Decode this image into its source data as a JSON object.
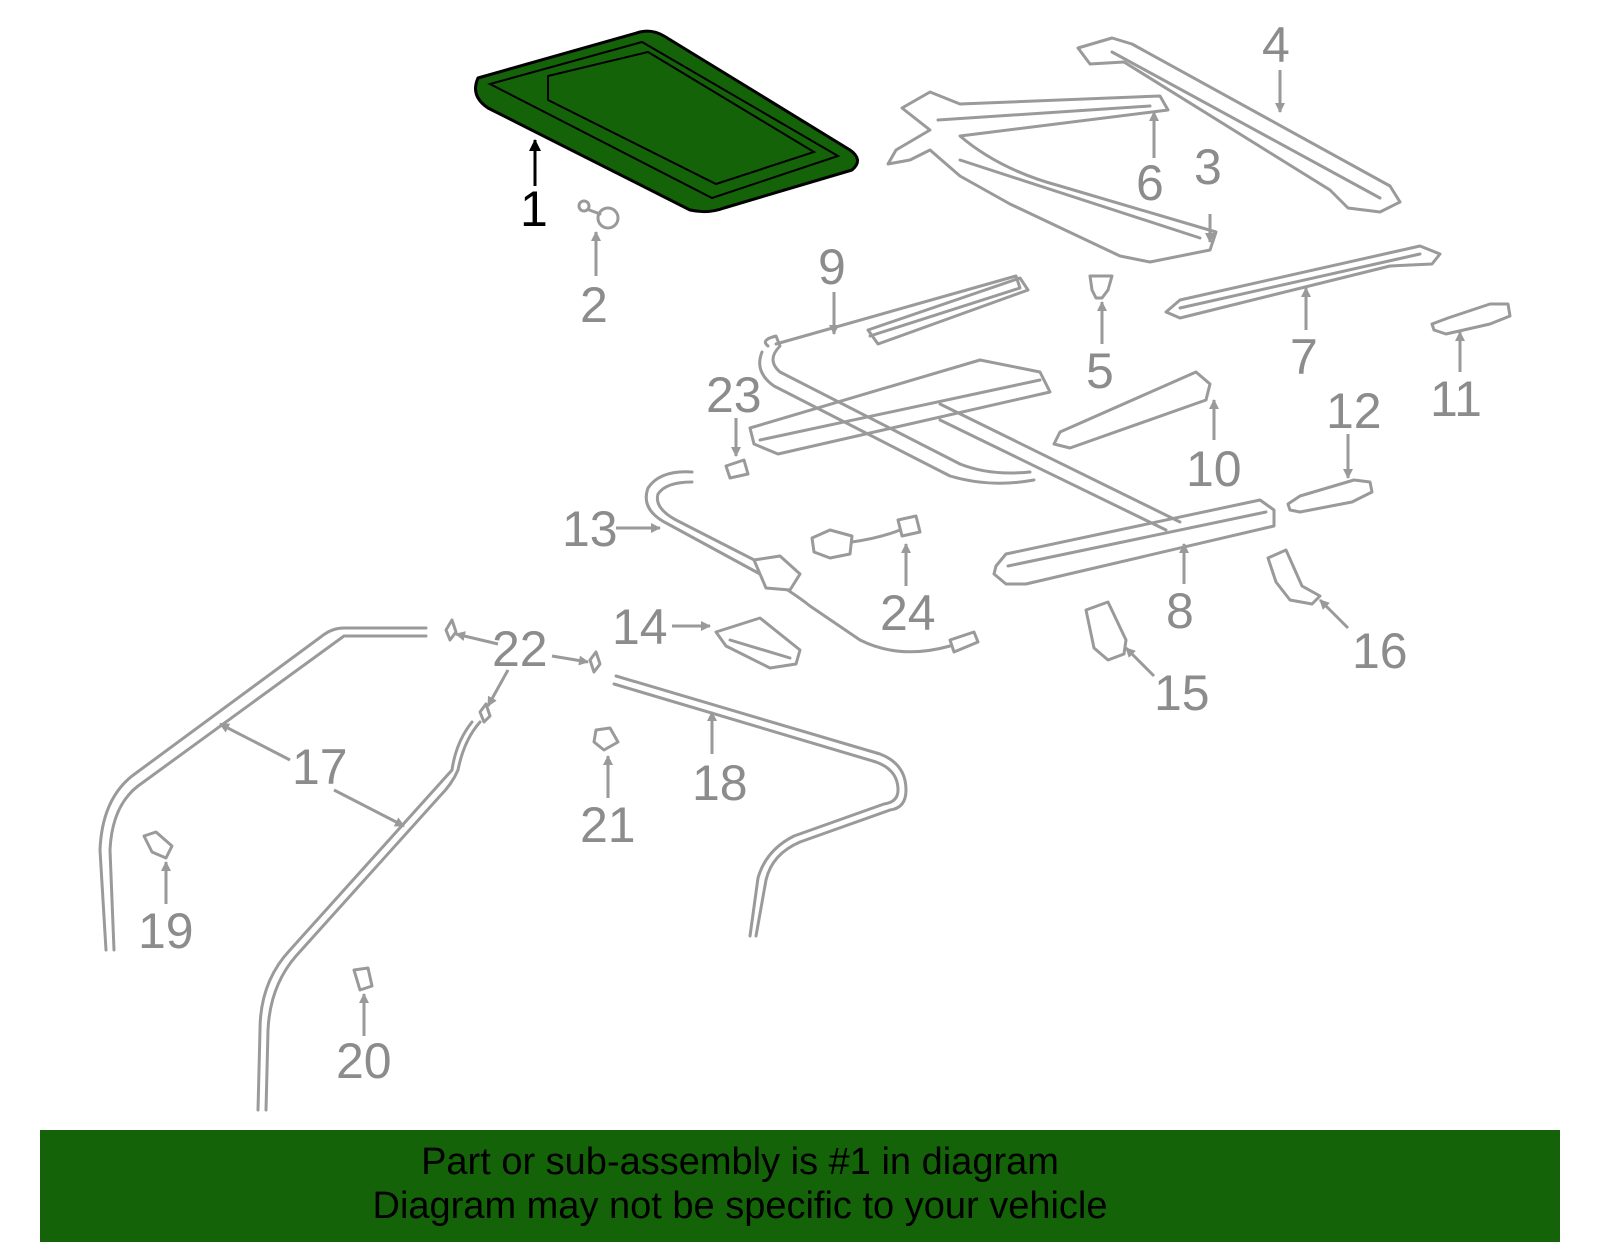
{
  "diagram": {
    "highlight_color": "#146309",
    "part_color": "#9a9a9a",
    "callouts": {
      "c1": "1",
      "c2": "2",
      "c3": "3",
      "c4": "4",
      "c5": "5",
      "c6": "6",
      "c7": "7",
      "c8": "8",
      "c9": "9",
      "c10": "10",
      "c11": "11",
      "c12": "12",
      "c13": "13",
      "c14": "14",
      "c15": "15",
      "c16": "16",
      "c17": "17",
      "c18": "18",
      "c19": "19",
      "c20": "20",
      "c21": "21",
      "c22": "22",
      "c23": "23",
      "c24": "24"
    }
  },
  "banner": {
    "line1": "Part or sub-assembly is #1 in diagram",
    "line2": "Diagram may not be specific to your vehicle"
  }
}
